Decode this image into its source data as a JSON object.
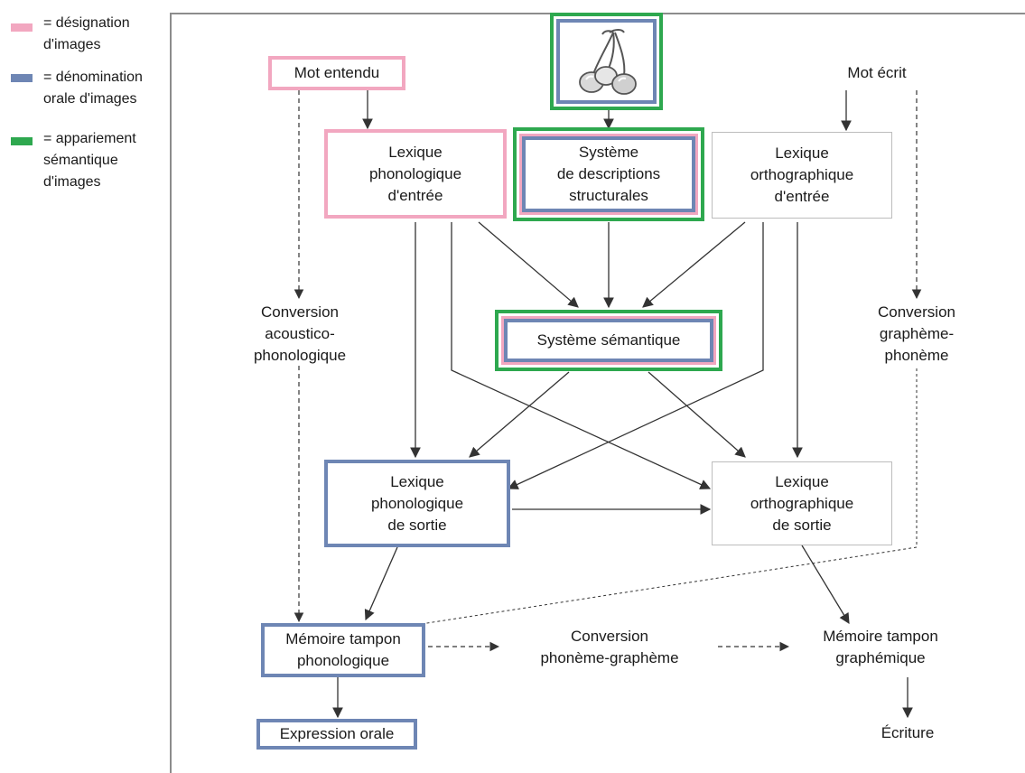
{
  "colors": {
    "designation": "#f2a7c0",
    "denomination": "#6e86b4",
    "appariement": "#2ea84f",
    "line": "#333333",
    "plain_border": "#bdbdbd"
  },
  "legend": [
    {
      "color": "designation",
      "text": "= désignation\nd'images"
    },
    {
      "color": "denomination",
      "text": "= dénomination\norale d'images"
    },
    {
      "color": "appariement",
      "text": "= appariement\nsémantique\nd'images"
    }
  ],
  "picture": {
    "icon": "cherries-icon",
    "borders": [
      "appariement",
      "denomination"
    ]
  },
  "nodes": {
    "mot_entendu": {
      "text": "Mot entendu",
      "borders": [
        "designation"
      ]
    },
    "mot_ecrit": {
      "text": "Mot écrit",
      "borders": []
    },
    "lex_phon_entree": {
      "text": "Lexique\nphonologique\nd'entrée",
      "borders": [
        "designation"
      ]
    },
    "sys_desc": {
      "text": "Système\nde descriptions\nstructurales",
      "borders": [
        "appariement",
        "designation",
        "denomination"
      ]
    },
    "lex_orth_entree": {
      "text": "Lexique\northographique\nd'entrée",
      "borders": [
        "plain"
      ]
    },
    "sys_sem": {
      "text": "Système sémantique",
      "borders": [
        "appariement",
        "designation",
        "denomination"
      ]
    },
    "lex_phon_sortie": {
      "text": "Lexique\nphonologique\nde sortie",
      "borders": [
        "denomination"
      ]
    },
    "lex_orth_sortie": {
      "text": "Lexique\northographique\nde sortie",
      "borders": [
        "plain"
      ]
    },
    "mem_phon": {
      "text": "Mémoire tampon\nphonologique",
      "borders": [
        "denomination"
      ]
    },
    "expression": {
      "text": "Expression orale",
      "borders": [
        "denomination"
      ]
    }
  },
  "labels": {
    "conv_acoustico": "Conversion\nacoustico-\nphonologique",
    "conv_graph_phon": "Conversion\ngraphème-\nphonème",
    "conv_phon_graph": "Conversion\nphonème-graphème",
    "mem_graph": "Mémoire tampon\ngraphémique",
    "ecriture": "Écriture"
  }
}
